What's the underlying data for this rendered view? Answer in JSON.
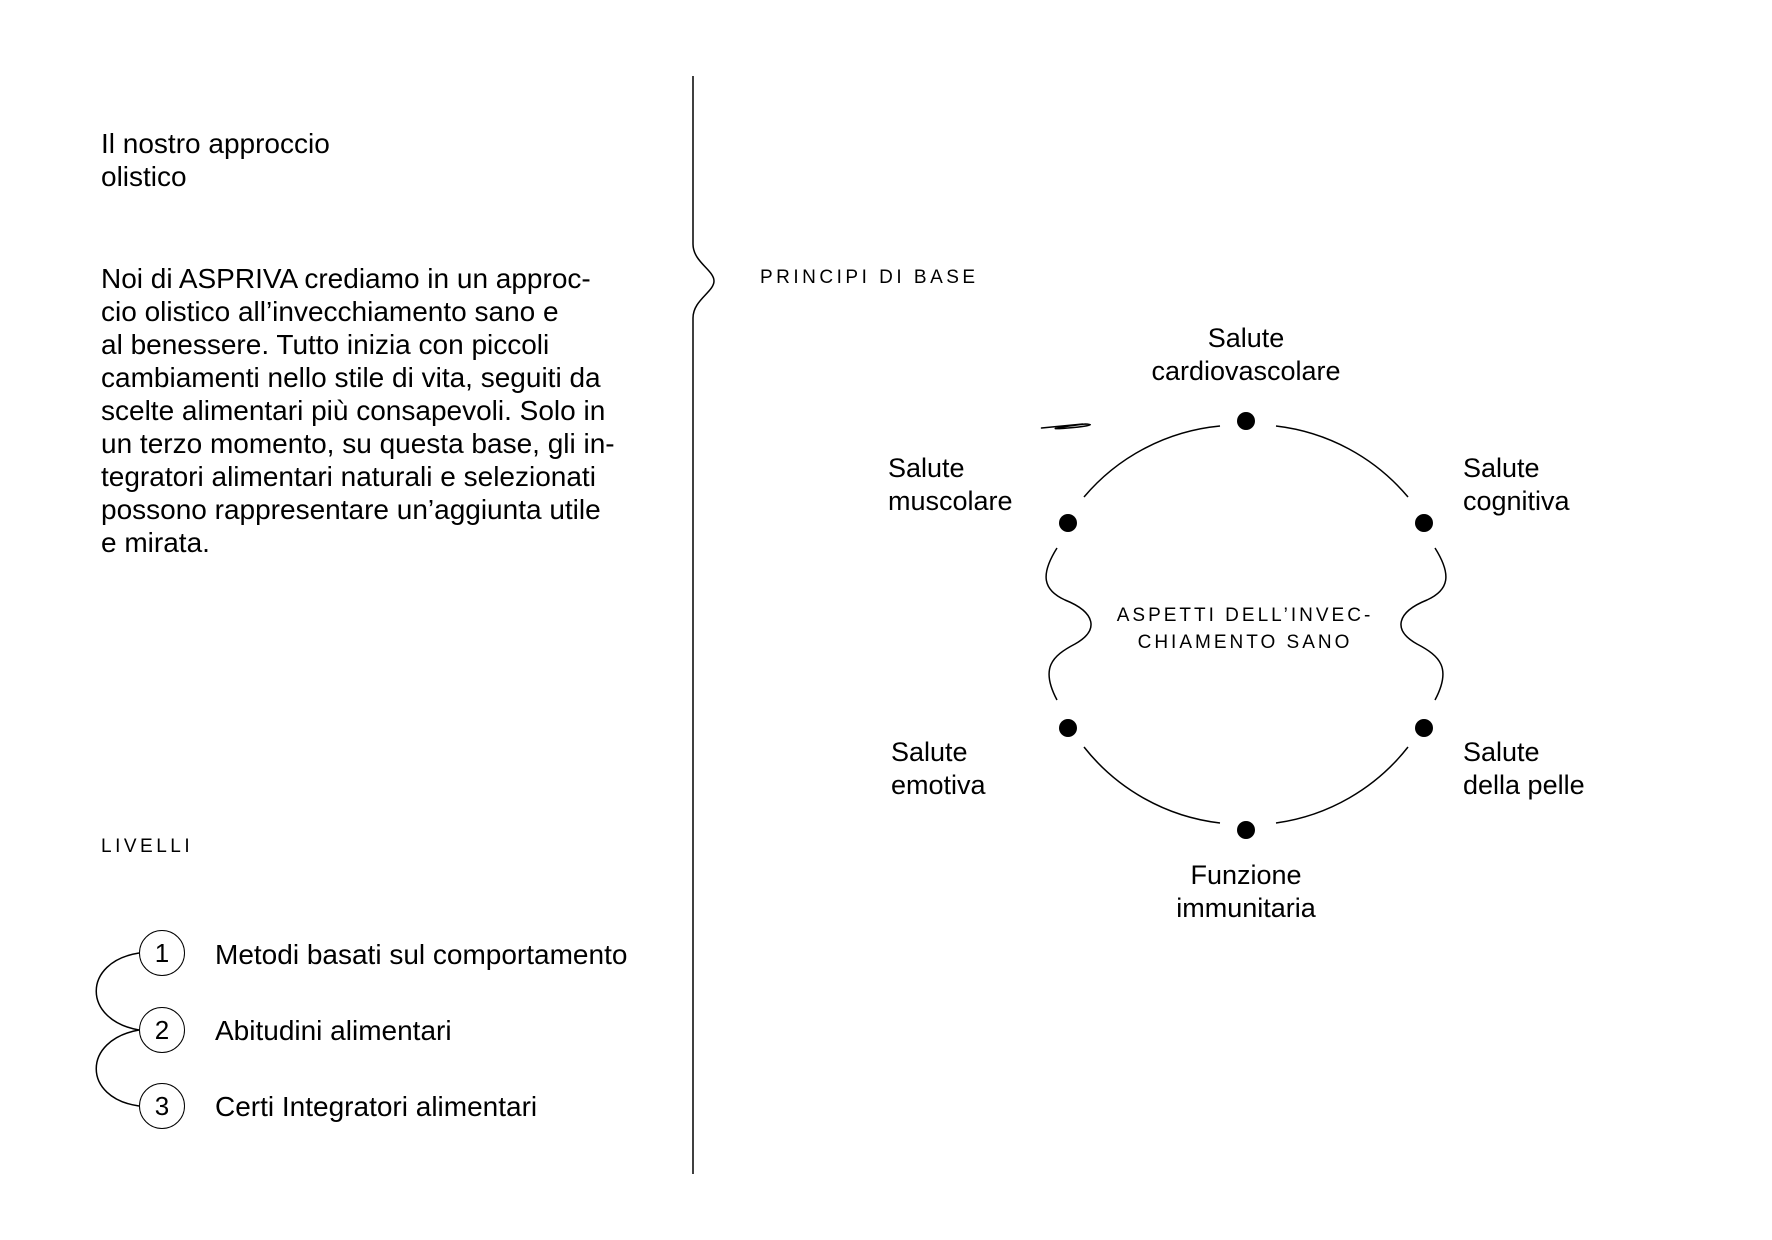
{
  "title_lines": [
    "Il nostro approccio",
    "olistico"
  ],
  "intro_lines": [
    "Noi di ASPRIVA crediamo in un approc-",
    "cio olistico all’invecchiamento sano e",
    "al benessere. Tutto inizia con piccoli",
    "cambiamenti nello stile di vita, seguiti da",
    "scelte alimentari più consapevoli. Solo in",
    "un terzo momento, su questa base, gli in-",
    "tegratori alimentari naturali e selezionati",
    "possono rappresentare un’aggiunta utile",
    "e mirata."
  ],
  "levels_heading": "LIVELLI",
  "levels": [
    {
      "number": "1",
      "label": "Metodi basati sul comportamento"
    },
    {
      "number": "2",
      "label": "Abitudini alimentari"
    },
    {
      "number": "3",
      "label": "Certi Integratori alimentari"
    }
  ],
  "principles_heading": "PRINCIPI DI BASE",
  "diagram": {
    "center_lines": [
      "ASPETTI DELL’INVEC-",
      "CHIAMENTO SANO"
    ],
    "nodes": {
      "top": [
        "Salute",
        "cardiovascolare"
      ],
      "upper_left": [
        "Salute",
        "muscolare"
      ],
      "upper_right": [
        "Salute",
        "cognitiva"
      ],
      "lower_left": [
        "Salute",
        "emotiva"
      ],
      "lower_right": [
        "Salute",
        "della pelle"
      ],
      "bottom": [
        "Funzione",
        "immunitaria"
      ]
    }
  }
}
